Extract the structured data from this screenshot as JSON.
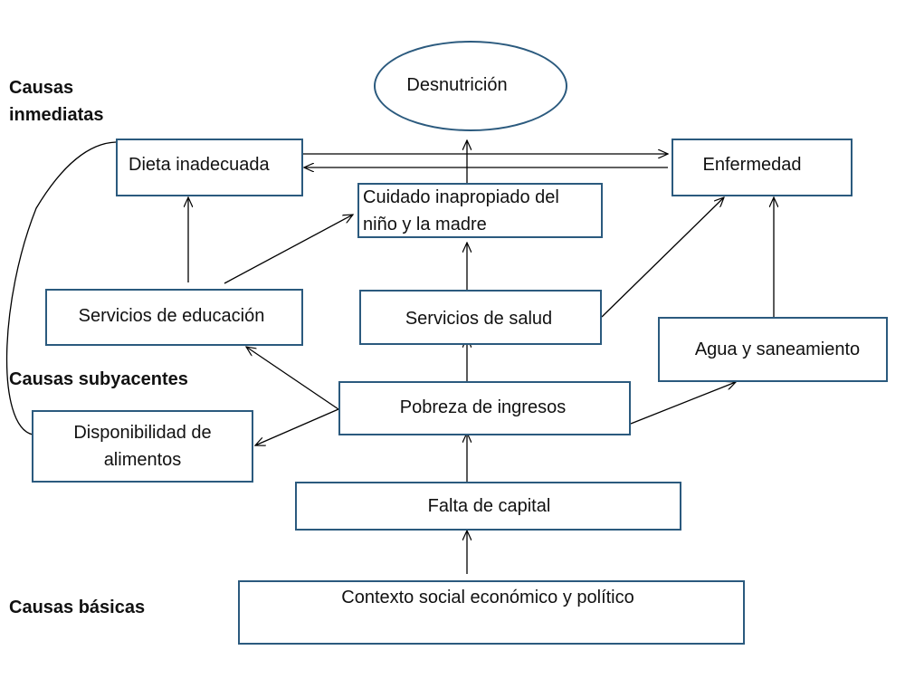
{
  "levels": {
    "immediate": "Causas\ninmediatas",
    "underlying": "Causas subyacentes",
    "basic": "Causas básicas"
  },
  "nodes": {
    "desnutricion": "Desnutrición",
    "dieta": "Dieta inadecuada",
    "enfermedad": "Enfermedad",
    "cuidado": "Cuidado inapropiado del\nniño y la madre",
    "educacion": "Servicios de educación",
    "salud": "Servicios de salud",
    "agua": "Agua y saneamiento",
    "pobreza": "Pobreza de ingresos",
    "alimentos": "Disponibilidad de\nalimentos",
    "capital": "Falta de capital",
    "contexto": "Contexto social económico y político"
  },
  "colors": {
    "box_border": "#2b5a7e",
    "arrow": "#000000"
  }
}
